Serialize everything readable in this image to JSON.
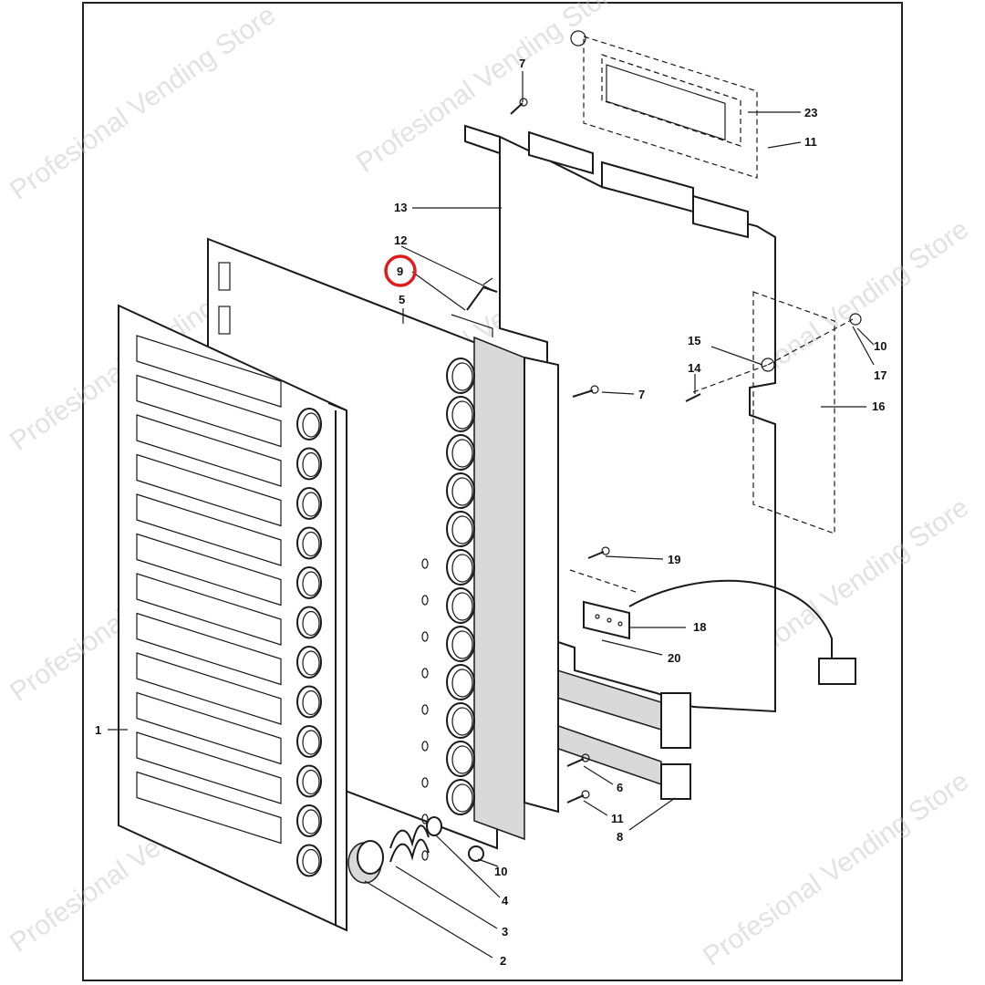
{
  "watermark": "Profesional Vending Store",
  "highlight_color": "#e01b1b",
  "highlighted_callout": "9",
  "callouts": {
    "c1": "1",
    "c2": "2",
    "c3": "3",
    "c4": "4",
    "c5": "5",
    "c6": "6",
    "c7a": "7",
    "c7b": "7",
    "c8": "8",
    "c9": "9",
    "c10a": "10",
    "c10b": "10",
    "c11a": "11",
    "c11b": "11",
    "c12": "12",
    "c13": "13",
    "c14": "14",
    "c15": "15",
    "c16": "16",
    "c17": "17",
    "c18": "18",
    "c19": "19",
    "c20": "20",
    "c23": "23"
  }
}
